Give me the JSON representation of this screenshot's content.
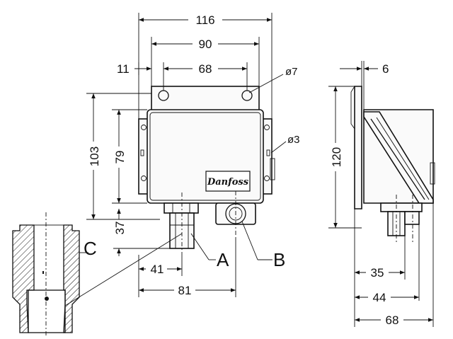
{
  "dimensions": {
    "overall_width": "116",
    "hole_spacing": "90",
    "edge_offset": "11",
    "inner_spacing": "68",
    "hole_diameter": "ø7",
    "small_hole_diameter": "ø3",
    "overall_height": "103",
    "body_height": "79",
    "port_height": "37",
    "port_offset": "41",
    "port_span": "81",
    "bracket_thickness": "6",
    "side_height": "120",
    "side_depth_35": "35",
    "side_depth_44": "44",
    "side_depth_68": "68"
  },
  "callouts": {
    "a": "A",
    "b": "B",
    "c": "C"
  },
  "brand": "Danfoss"
}
